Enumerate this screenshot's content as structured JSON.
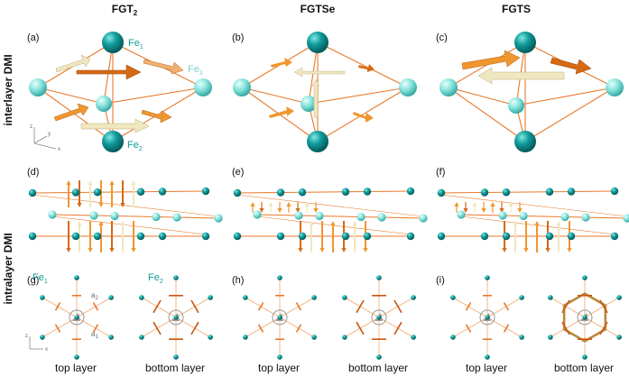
{
  "columns": [
    "FGT",
    "FGTSe",
    "FGTS"
  ],
  "fgt_sub": "2",
  "rows": [
    "interlayer DMI",
    "intralayer DMI"
  ],
  "panels": [
    "(a)",
    "(b)",
    "(c)",
    "(d)",
    "(e)",
    "(f)",
    "(g)",
    "(h)",
    "(i)"
  ],
  "atoms": {
    "fe1": "Fe",
    "fe1_sub": "1",
    "fe2": "Fe",
    "fe2_sub": "2",
    "fe3": "Fe",
    "fe3_sub": "3"
  },
  "lattice": {
    "a": "a",
    "a1_sub": "1",
    "a2_sub": "2"
  },
  "axes": {
    "x": "x",
    "y": "y",
    "z": "z"
  },
  "layers": [
    "top layer",
    "bottom layer",
    "top layer",
    "bottom layer",
    "top layer",
    "bottom layer"
  ],
  "colors": {
    "fe_dark": "#109a9a",
    "fe_light": "#7fe0d9",
    "bond": "#e8792c",
    "arrow_orange": "#f0962e",
    "arrow_dark": "#c9560f",
    "arrow_cream": "#efe7bf"
  }
}
